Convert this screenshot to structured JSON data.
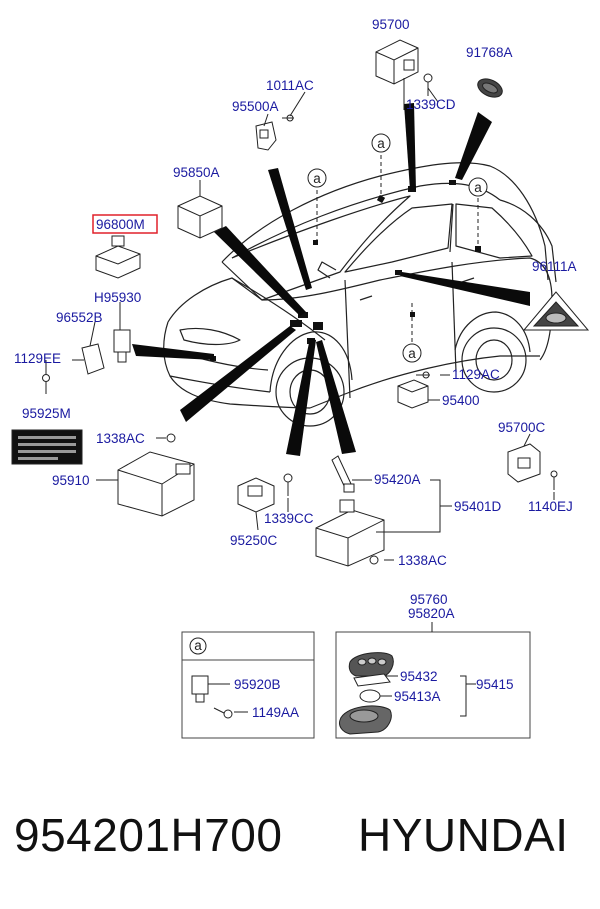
{
  "colors": {
    "label": "#1a1aa0",
    "line": "#222222",
    "highlight": "#e0202a",
    "footer": "#111111"
  },
  "labels": {
    "p95700": "95700",
    "p91768A": "91768A",
    "p1011AC": "1011AC",
    "p1339CD": "1339CD",
    "p95500A": "95500A",
    "p95850A": "95850A",
    "p96800M": "96800M",
    "pH95930": "H95930",
    "p96552B": "96552B",
    "p1129EE": "1129EE",
    "p95925M": "95925M",
    "p1338AC_left": "1338AC",
    "p95910": "95910",
    "p96111A": "96111A",
    "p1129AC": "1129AC",
    "p95400": "95400",
    "p95700C": "95700C",
    "p1140EJ": "1140EJ",
    "p95420A": "95420A",
    "p95401D": "95401D",
    "p1339CC": "1339CC",
    "p95250C": "95250C",
    "p1338AC_bottom": "1338AC",
    "p95760": "95760",
    "p95820A": "95820A",
    "p95920B": "95920B",
    "p1149AA": "1149AA",
    "p95432": "95432",
    "p95413A": "95413A",
    "p95415": "95415"
  },
  "callouts": {
    "a": "a"
  },
  "footer": {
    "part_number": "954201H700",
    "brand": "HYUNDAI"
  }
}
